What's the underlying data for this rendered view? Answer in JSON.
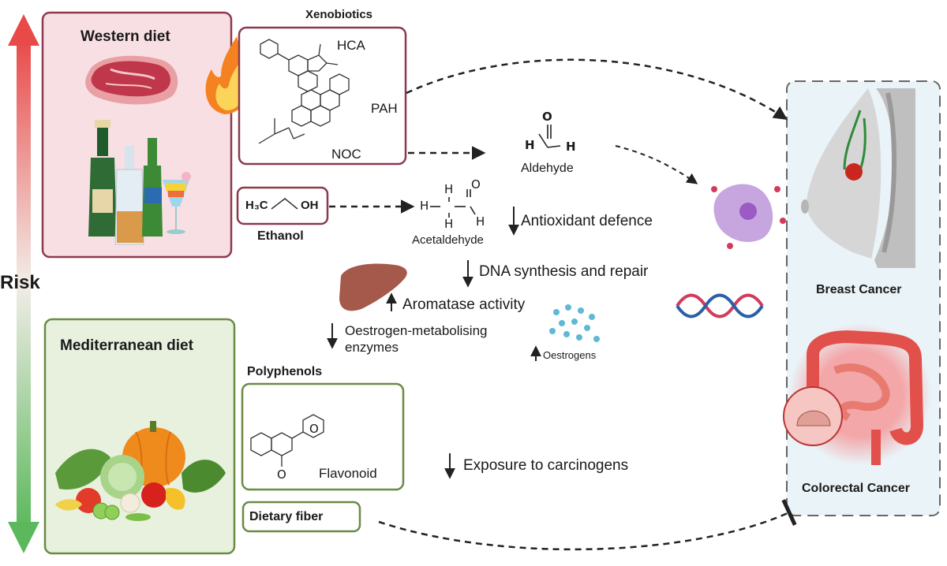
{
  "risk": {
    "label": "Risk"
  },
  "western": {
    "title": "Western diet"
  },
  "mediterranean": {
    "title": "Mediterranean diet"
  },
  "xenobiotics": {
    "title": "Xenobiotics",
    "hca": "HCA",
    "pah": "PAH",
    "noc": "NOC"
  },
  "ethanol": {
    "formula_left": "H₃C",
    "formula_right": "OH",
    "label": "Ethanol"
  },
  "aldehyde": {
    "h_left": "H",
    "h_right": "H",
    "o": "O",
    "label": "Aldehyde"
  },
  "acetaldehyde": {
    "h_top": "H",
    "h_left": "H",
    "h_bottom": "H",
    "h_right": "H",
    "o": "O",
    "label": "Acetaldehyde"
  },
  "effects": {
    "antioxidant": "Antioxidant defence",
    "dna": "DNA synthesis and repair",
    "aromatase": "Aromatase activity",
    "oestrogen_enzymes_line1": "Oestrogen-metabolising",
    "oestrogen_enzymes_line2": "enzymes",
    "oestrogens": "Oestrogens",
    "exposure": "Exposure to carcinogens"
  },
  "polyphenols": {
    "title": "Polyphenols",
    "flavonoid": "Flavonoid",
    "o_ring": "O",
    "o_keto": "O"
  },
  "fiber": {
    "label": "Dietary fiber"
  },
  "cancers": {
    "breast": "Breast Cancer",
    "colorectal": "Colorectal Cancer"
  },
  "colors": {
    "risk_high": "#e84a4a",
    "risk_low": "#5cb85c",
    "western_fill": "#f8dfe4",
    "western_border": "#8b3a4e",
    "med_fill": "#e7f1de",
    "med_border": "#6a8b45",
    "cancer_panel": "#eaf3f7"
  }
}
